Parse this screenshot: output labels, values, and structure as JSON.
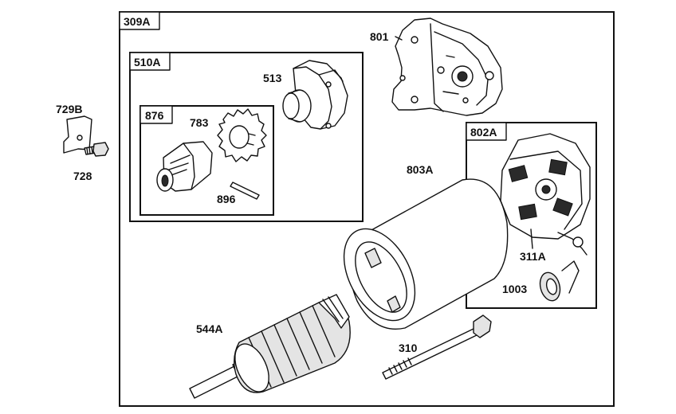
{
  "groups": {
    "g309a": "309A",
    "g510a": "510A",
    "g876": "876",
    "g802a": "802A"
  },
  "parts": {
    "p801": "801",
    "p513": "513",
    "p783": "783",
    "p896": "896",
    "p729b": "729B",
    "p728": "728",
    "p803a": "803A",
    "p311a": "311A",
    "p1003": "1003",
    "p544a": "544A",
    "p310": "310"
  }
}
